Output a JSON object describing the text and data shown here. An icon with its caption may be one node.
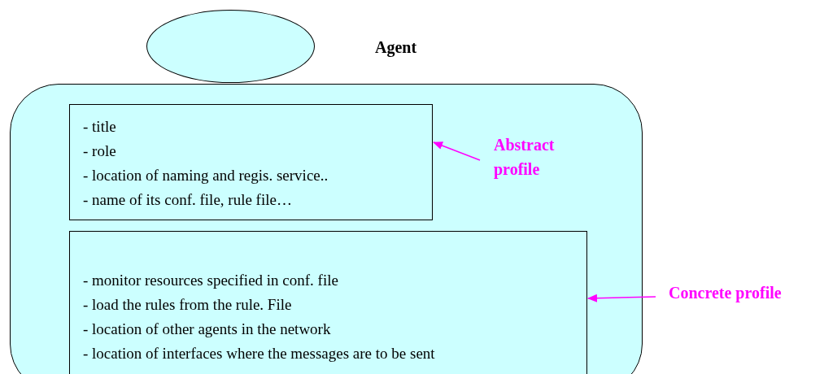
{
  "diagram": {
    "nodes": [
      {
        "text": [],
        "shape": "ellipse",
        "beside": [
          "Agent"
        ]
      },
      {
        "text": [],
        "shape": "box"
      },
      {
        "text": [
          "- title",
          "- role",
          "- location of naming and regis. service..",
          "- name of its conf. file, rule file…"
        ],
        "in": 1
      },
      {
        "text": [
          "- monitor resources specified in conf. file",
          "- load the rules from the rule. File",
          "- location of other agents in the network",
          "- location of interfaces where the messages are to be sent"
        ],
        "in": 1
      },
      {
        "text": [
          "Abstract profile"
        ],
        "in": 1
      },
      {
        "text": [
          "Concrete profile"
        ]
      }
    ],
    "edges": [
      {
        "from": 4,
        "to": 2,
        "arrow": "to"
      },
      {
        "from": 5,
        "to": 3,
        "arrow": "to"
      }
    ]
  }
}
